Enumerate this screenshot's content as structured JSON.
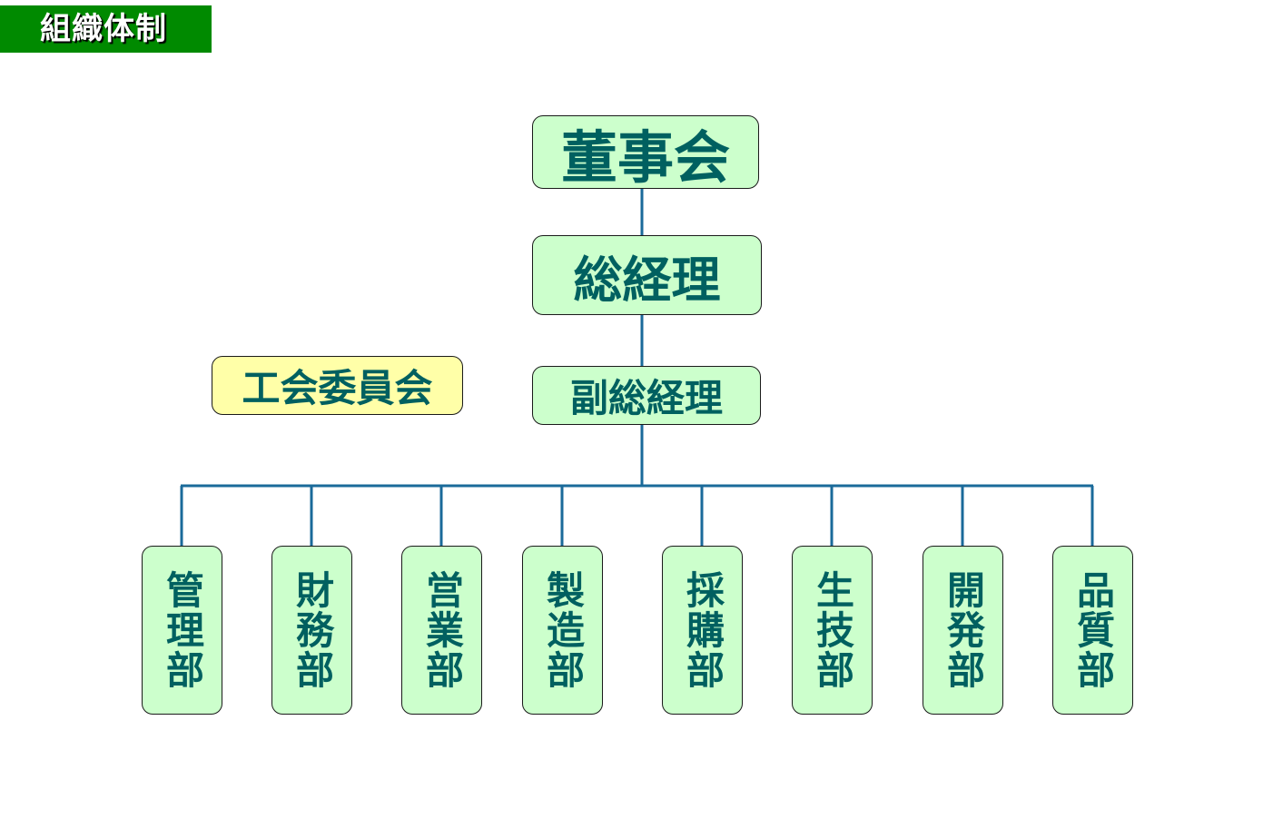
{
  "page_title": "組織体制",
  "org": {
    "board": "董事会",
    "general_manager": "総経理",
    "deputy_general_manager": "副総経理",
    "union_committee": "工会委員会",
    "departments": [
      "管理部",
      "財務部",
      "営業部",
      "製造部",
      "採購部",
      "生技部",
      "開発部",
      "品質部"
    ]
  },
  "colors": {
    "banner": "#008a00",
    "box_fill": "#ccffcc",
    "union_fill": "#ffffa8",
    "box_text": "#006060",
    "connector": "#1a6a9a"
  }
}
